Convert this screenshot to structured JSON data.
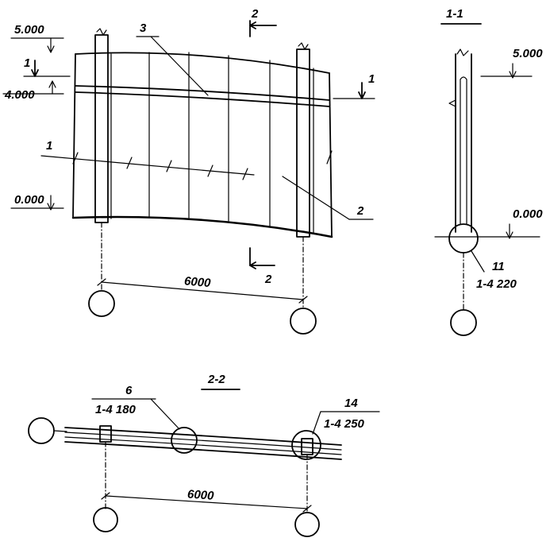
{
  "elevation": {
    "levels": {
      "top": "5.000",
      "middle": "4.000",
      "bottom": "0.000"
    },
    "callouts": {
      "beam": "3",
      "panel": "2",
      "marker": "1"
    },
    "section_marks": {
      "cut_1_left": "1",
      "cut_1_right": "1",
      "cut_2_top": "2",
      "cut_2_bottom": "2"
    },
    "span_dimension": "6000"
  },
  "section_1_1": {
    "title": "1-1",
    "level_top": "5.000",
    "level_bottom": "0.000",
    "node_number": "11",
    "node_ref": "1-4 220"
  },
  "section_2_2": {
    "title": "2-2",
    "node_left_number": "6",
    "node_left_ref": "1-4 180",
    "node_right_number": "14",
    "node_right_ref": "1-4 250",
    "span_dimension": "6000"
  }
}
